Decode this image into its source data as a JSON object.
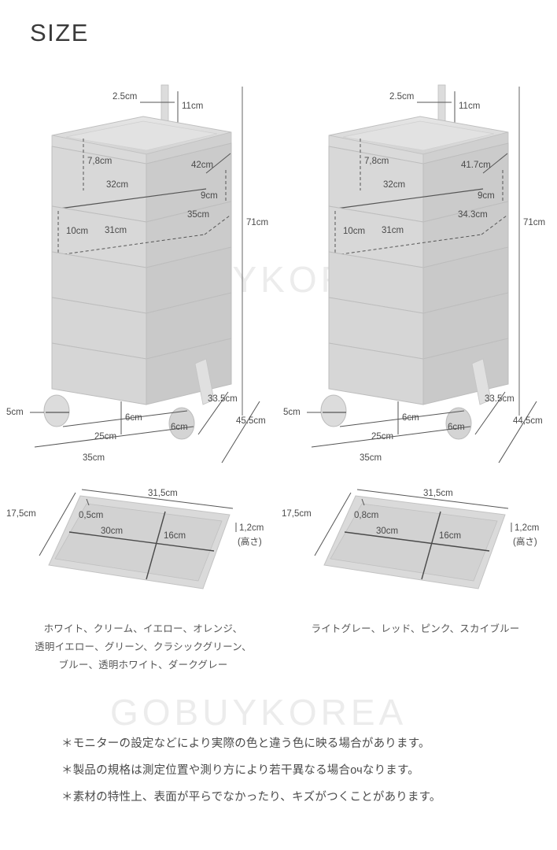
{
  "page": {
    "title": "SIZE",
    "watermark": "GOBUYKOREA"
  },
  "cabinet_left": {
    "label": "cabinet-diagram-left",
    "pole_width": "2.5cm",
    "pole_height": "11cm",
    "lid_depth": "7,8cm",
    "top_width": "32cm",
    "top_diagonal": "42cm",
    "lip": "9cm",
    "drawer_height": "10cm",
    "side_depth": "35cm",
    "drawer_width": "31cm",
    "total_height": "71cm",
    "wheel_width": "5cm",
    "clearance": "6cm",
    "wheel_size": "6cm",
    "inner_width": "25cm",
    "outer_width": "35cm",
    "body_depth": "33.5cm",
    "total_depth": "45.5cm"
  },
  "cabinet_right": {
    "label": "cabinet-diagram-right",
    "pole_width": "2.5cm",
    "pole_height": "11cm",
    "lid_depth": "7,8cm",
    "top_width": "32cm",
    "top_diagonal": "41.7cm",
    "lip": "9cm",
    "drawer_height": "10cm",
    "side_depth": "34.3cm",
    "drawer_width": "31cm",
    "total_height": "71cm",
    "wheel_width": "5cm",
    "clearance": "6cm",
    "wheel_size": "6cm",
    "inner_width": "25cm",
    "outer_width": "35cm",
    "body_depth": "33.5cm",
    "total_depth": "44,5cm"
  },
  "tray_left": {
    "label": "tray-diagram-left",
    "side": "17,5cm",
    "rim": "0,5cm",
    "length": "31,5cm",
    "inner_length": "30cm",
    "inner_width": "16cm",
    "thickness": "1,2cm",
    "thickness_note": "(高さ)"
  },
  "tray_right": {
    "label": "tray-diagram-right",
    "side": "17,5cm",
    "rim": "0,8cm",
    "length": "31,5cm",
    "inner_length": "30cm",
    "inner_width": "16cm",
    "thickness": "1,2cm",
    "thickness_note": "(高さ)"
  },
  "colors_left": {
    "lines": [
      "ホワイト、クリーム、イエロー、オレンジ、",
      "透明イエロー、グリーン、クラシックグリーン、",
      "ブルー、透明ホワイト、ダークグレー"
    ]
  },
  "colors_right": {
    "lines": [
      "ライトグレー、レッド、ピンク、スカイブルー"
    ]
  },
  "notes": {
    "lines": [
      "＊モニターの設定などにより実際の色と違う色に映る場合があります。",
      "＊製品の規格は測定位置や測り方により若干異なる場合очなります。",
      "＊素材の特性上、表面が平らでなかったり、キズがつくことがあります。"
    ]
  },
  "colors_hex": {
    "background": "#ffffff",
    "body_fill": "#d5d5d5",
    "body_fill_light": "#dedede",
    "body_fill_dark": "#c9c9c9",
    "outline": "#b0b0b0",
    "dimension_line": "#555555",
    "text": "#4a4a4a",
    "watermark": "#ececec"
  }
}
